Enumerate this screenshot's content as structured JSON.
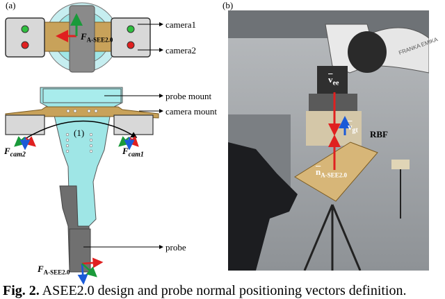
{
  "panels": {
    "a": "(a)",
    "b": "(b)"
  },
  "labels_a": {
    "camera1": "camera1",
    "camera2": "camera2",
    "probe_mount": "probe mount",
    "camera_mount": "camera mount",
    "probe": "probe",
    "transform_index": "(1)",
    "frame_top_F": "F",
    "frame_top_sub": "A-SEE2.0",
    "frame_cam2_F": "F",
    "frame_cam2_sub": "cam2",
    "frame_cam1_F": "F",
    "frame_cam1_sub": "cam1",
    "frame_bottom_F": "F",
    "frame_bottom_sub": "A-SEE2.0"
  },
  "labels_b": {
    "v_ee": "v",
    "v_ee_sub": "ee",
    "v_gt": "v",
    "v_gt_sub": "gt",
    "n": "n",
    "n_sub": "A-SEE2.0",
    "rbf": "RBF",
    "robot_brand": "FRANKA EMIKA"
  },
  "caption": {
    "prefix": "Fig. 2.",
    "text": " ASEE2.0 design and probe normal positioning vectors definition."
  },
  "colors": {
    "mount_gold": "#c8a25a",
    "cyan_part": "#9fe6e6",
    "cam_face": "#d8d8d8",
    "arrow_red": "#e02020",
    "arrow_green": "#1a9a3a",
    "arrow_blue": "#1a5ad8"
  }
}
